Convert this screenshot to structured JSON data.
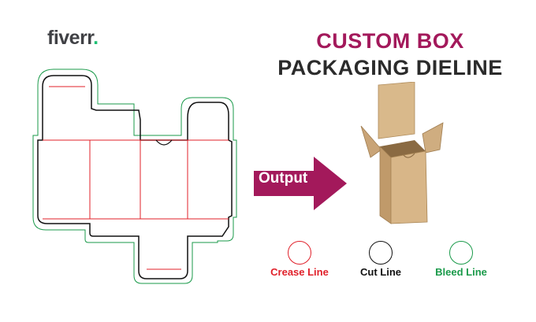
{
  "brand": {
    "logo_text": "fiverr",
    "logo_dot": "."
  },
  "header": {
    "title_line1": "CUSTOM BOX",
    "title_line2": "PACKAGING DIELINE"
  },
  "arrow": {
    "label": "Output"
  },
  "legend": [
    {
      "label": "Crease Line",
      "color": "#e0202a"
    },
    {
      "label": "Cut Line",
      "color": "#111111"
    },
    {
      "label": "Bleed Line",
      "color": "#1a9a4a"
    }
  ],
  "colors": {
    "accent": "#a3195b",
    "brand_green": "#1dbf73",
    "crease": "#e0202a",
    "cut": "#111111",
    "bleed": "#1a9a4a",
    "kraft": "#c9a477"
  }
}
